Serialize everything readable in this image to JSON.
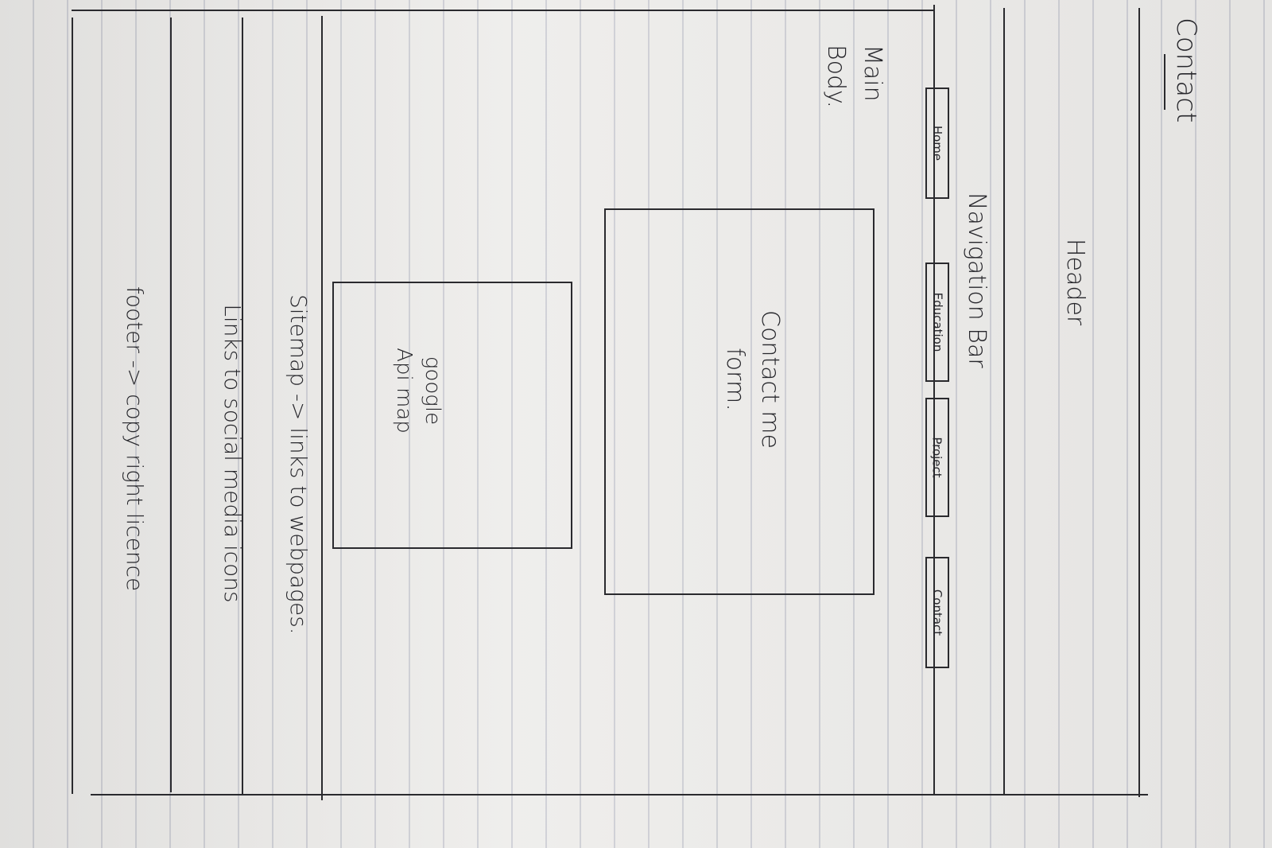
{
  "page_title": "Contact",
  "header_label": "Header",
  "nav": {
    "label": "Navigation Bar",
    "tabs": [
      "Home",
      "Education",
      "Project",
      "Contact"
    ]
  },
  "main_body_label": "Main Body.",
  "contact_form_label": "Contact me form.",
  "map_label": "google Api map",
  "sitemap_label": "Sitemap -> links to webpages.",
  "social_label": "Links to social media icons",
  "footer_label": "footer -> copy right licence"
}
